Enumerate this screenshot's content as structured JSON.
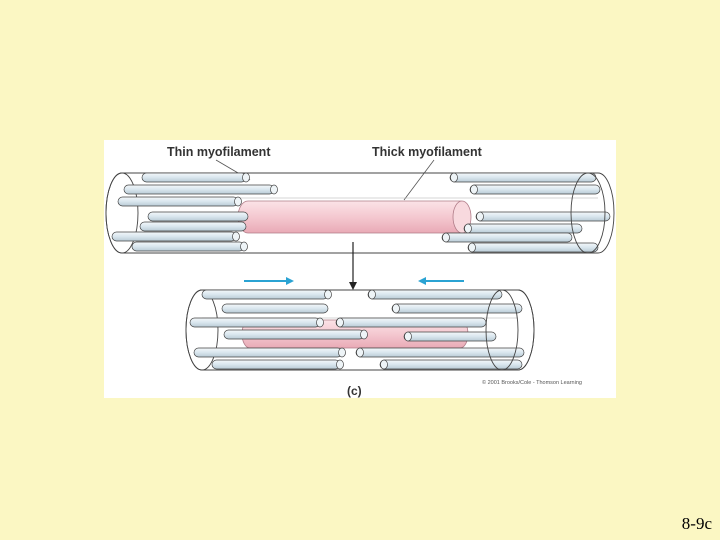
{
  "figure": {
    "label_thin": "Thin myofilament",
    "label_thick": "Thick myofilament",
    "panel_label": "(c)",
    "credit": "© 2001 Brooks/Cole - Thomson Learning"
  },
  "slide": {
    "number": "8-9c"
  },
  "colors": {
    "background": "#fbf7c3",
    "thin_filament": "#dfe9ef",
    "thick_filament": "#f6cfd6",
    "arrow": "#2aa3d3"
  }
}
